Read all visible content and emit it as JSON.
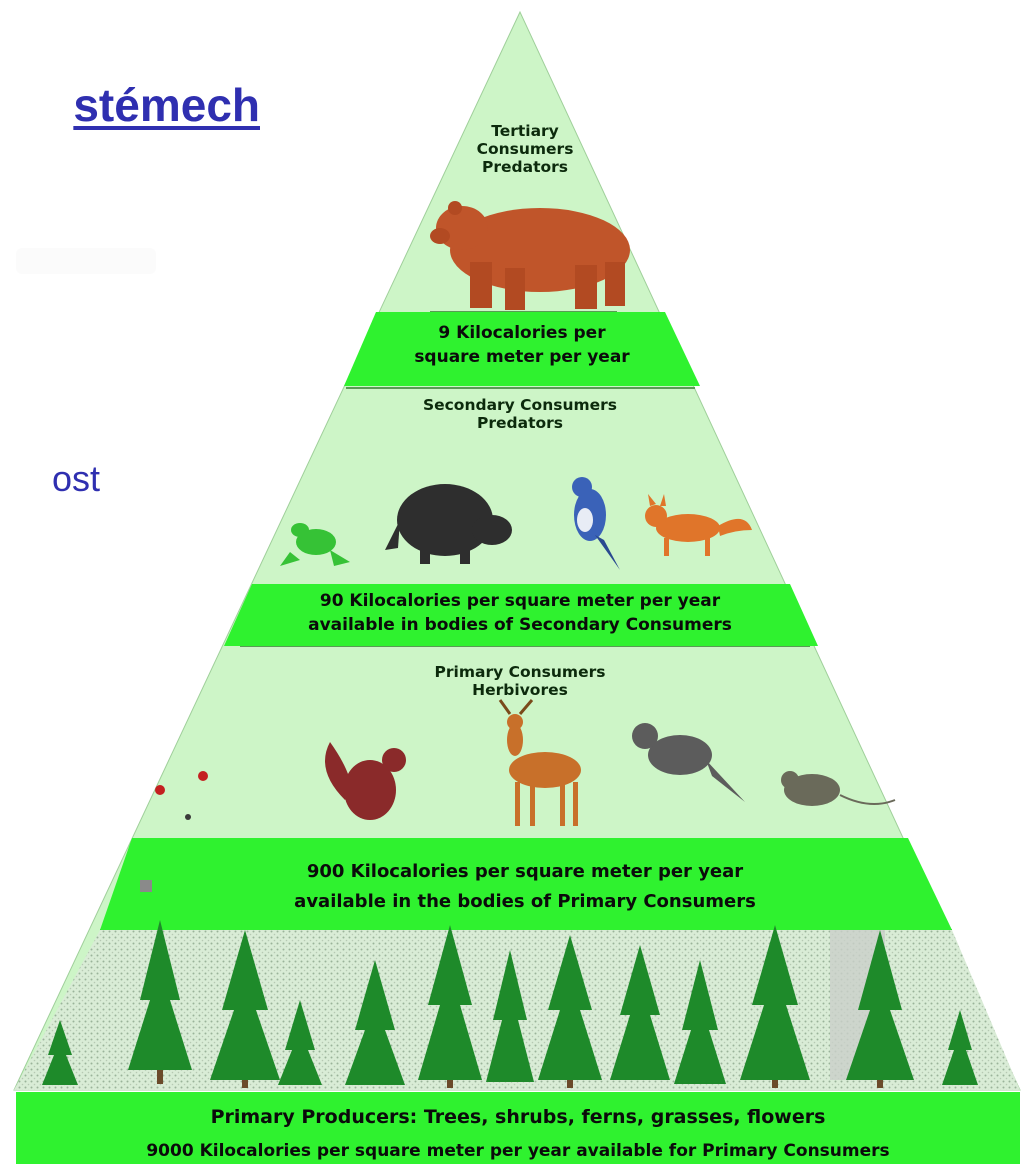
{
  "slide": {
    "title_fragment": "stémech",
    "body_fragment": "ost"
  },
  "pyramid": {
    "tertiary": {
      "line1": "Tertiary",
      "line2": "Consumers",
      "line3": "Predators",
      "energy_line1": "9 Kilocalories per",
      "energy_line2": "square meter per year"
    },
    "secondary": {
      "line1": "Secondary Consumers",
      "line2": "Predators",
      "energy_line1": "90 Kilocalories per square meter per year",
      "energy_line2": "available in bodies of Secondary Consumers"
    },
    "primary": {
      "line1": "Primary Consumers",
      "line2": "Herbivores",
      "energy_line1": "900 Kilocalories per square meter per year",
      "energy_line2": "available in the bodies of Primary Consumers"
    },
    "producers": {
      "line1": "Primary Producers:  Trees, shrubs, ferns, grasses, flowers",
      "line2": "9000 Kilocalories per square meter per year available for Primary Consumers"
    }
  },
  "colors": {
    "tier_fill": "#cdf5c7",
    "band_green": "#2ff22f",
    "title_blue": "#2f2fb0",
    "tree_green": "#1e8a2a"
  }
}
